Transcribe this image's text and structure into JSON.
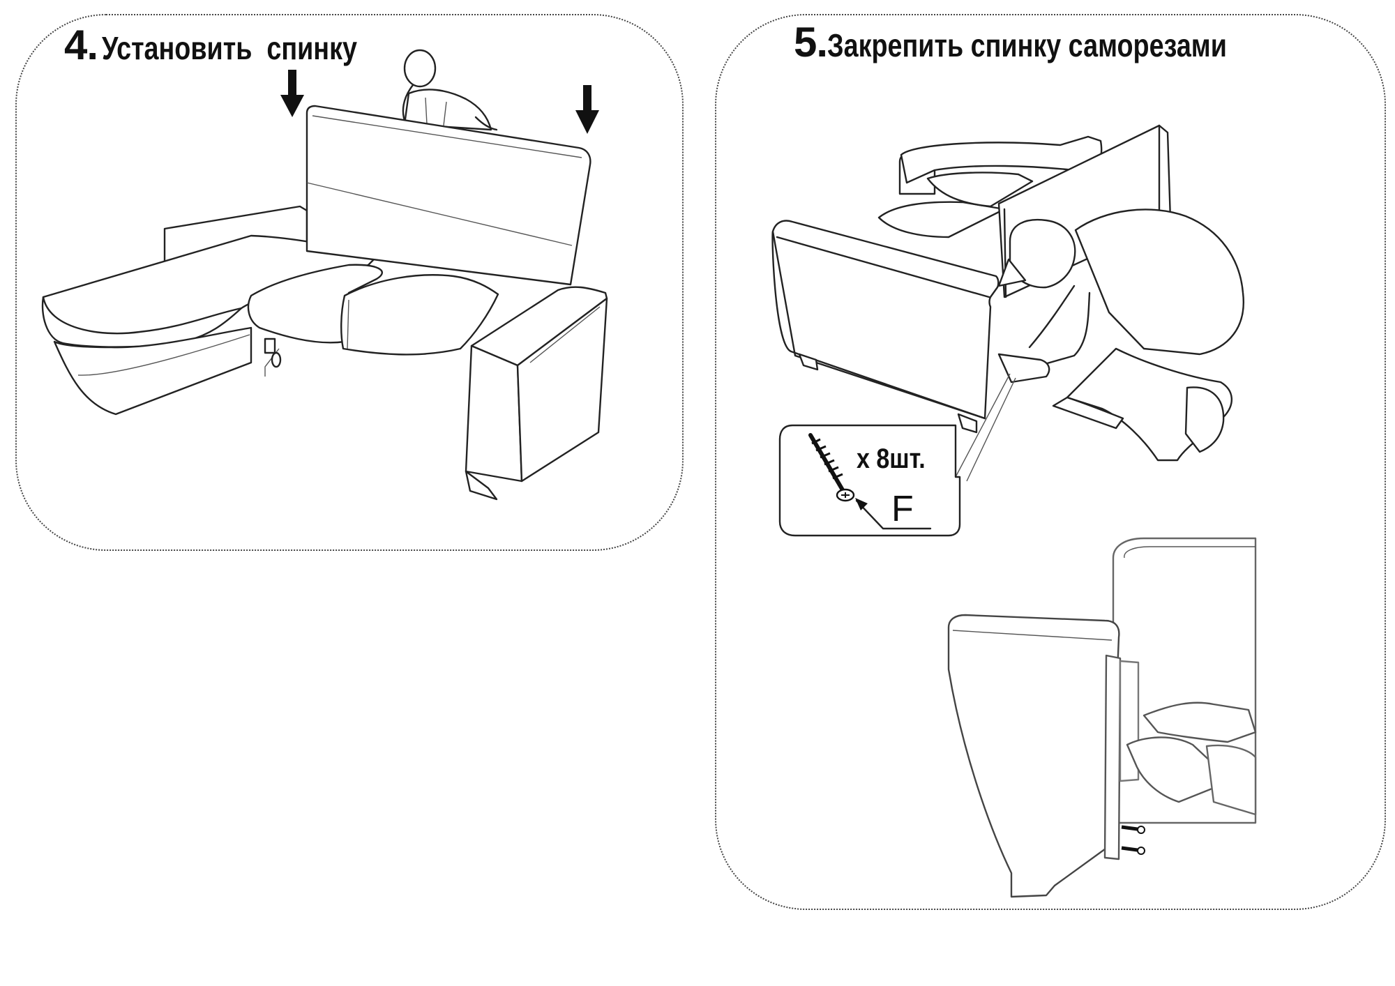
{
  "step4": {
    "number": "4.",
    "title": "Установить  спинку"
  },
  "step5": {
    "number": "5.",
    "title": "Закрепить спинку саморезами",
    "callout": {
      "quantity": "x 8шт.",
      "part_letter": "F",
      "icon": "screw-icon"
    }
  }
}
